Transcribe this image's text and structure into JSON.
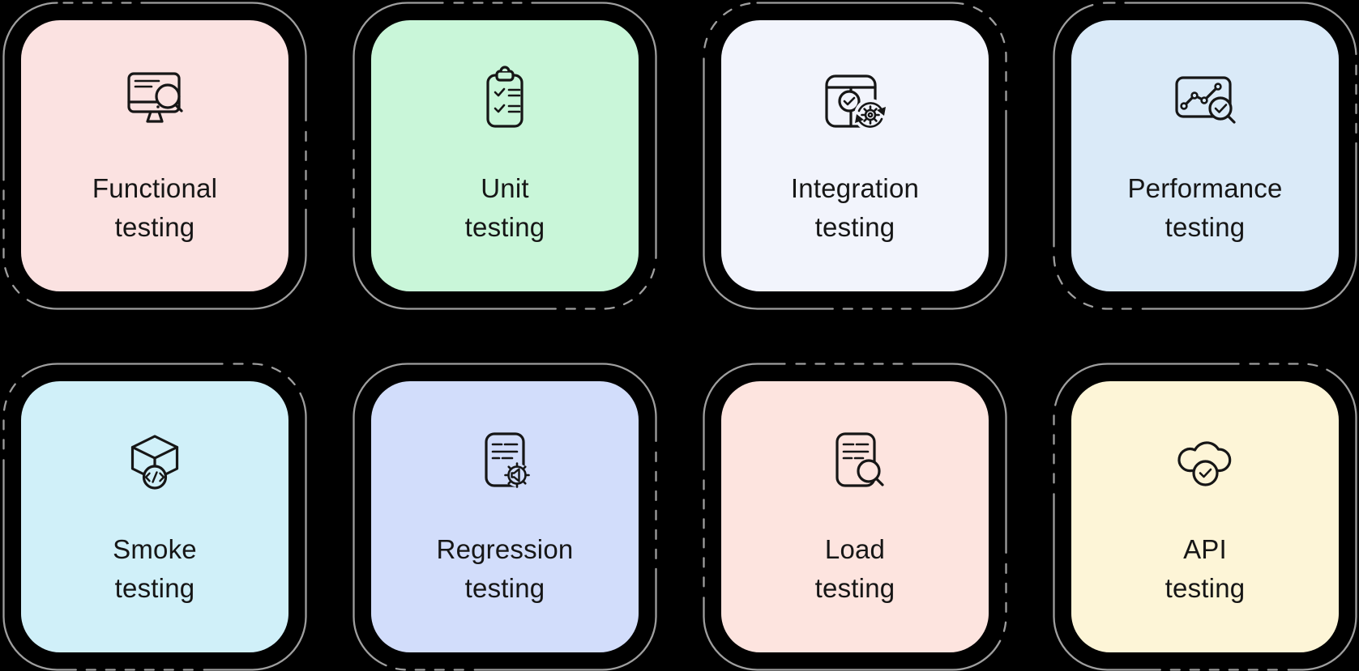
{
  "page": {
    "background": "#000000",
    "outline_color": "#9e9e9e",
    "ink": "#161616"
  },
  "cards": [
    {
      "id": "functional-testing",
      "lines": [
        "Functional",
        "testing"
      ],
      "bg": "#fbe2e1",
      "icon": "monitor-search-icon"
    },
    {
      "id": "unit-testing",
      "lines": [
        "Unit",
        "testing"
      ],
      "bg": "#c9f6d9",
      "icon": "clipboard-checklist-icon"
    },
    {
      "id": "integration-testing",
      "lines": [
        "Integration",
        "testing"
      ],
      "bg": "#f2f4fc",
      "icon": "window-sync-gear-icon"
    },
    {
      "id": "performance-testing",
      "lines": [
        "Performance",
        "testing"
      ],
      "bg": "#daeaf8",
      "icon": "chart-magnifier-check-icon"
    },
    {
      "id": "smoke-testing",
      "lines": [
        "Smoke",
        "testing"
      ],
      "bg": "#d0f0f9",
      "icon": "cube-code-icon"
    },
    {
      "id": "regression-testing",
      "lines": [
        "Regression",
        "testing"
      ],
      "bg": "#d2ddfb",
      "icon": "document-gear-announcement-icon"
    },
    {
      "id": "load-testing",
      "lines": [
        "Load",
        "testing"
      ],
      "bg": "#fde4df",
      "icon": "document-magnifier-icon"
    },
    {
      "id": "api-testing",
      "lines": [
        "API",
        "testing"
      ],
      "bg": "#fdf5d7",
      "icon": "cloud-check-icon"
    }
  ]
}
